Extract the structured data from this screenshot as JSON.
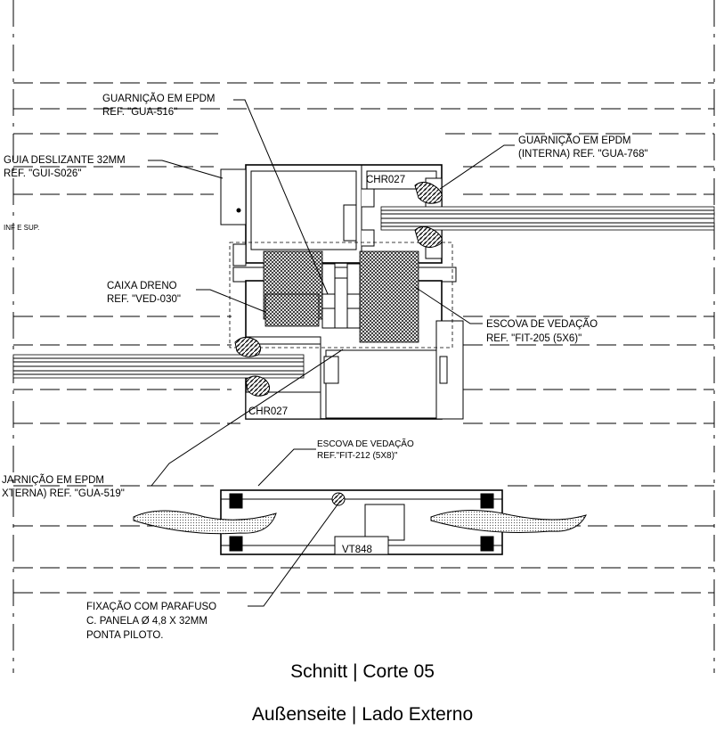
{
  "labels": {
    "guarnicao_epdm": "GUARNIÇÃO EM EPDM",
    "ref_gua516": "REF. \"GUA-516\"",
    "guia_deslizante": "GUIA DESLIZANTE 32MM",
    "ref_gui_s026": "REF. \"GUI-S026\"",
    "inf_e_sup": "INF E SUP.",
    "guarnicao_epdm_interna": "GUARNIÇÃO EM EPDM",
    "interna_ref_gua768": "(INTERNA) REF. \"GUA-768\"",
    "chr027_top": "CHR027",
    "caixa_dreno": "CAIXA DRENO",
    "ref_ved030": "REF. \"VED-030\"",
    "escova_vedacao": "ESCOVA DE VEDAÇÃO",
    "ref_fit205": "REF. \"FIT-205 (5X6)\"",
    "chr027_bottom": "CHR027",
    "escova_vedacao_small": "ESCOVA DE VEDAÇÃO",
    "ref_fit212": "REF.\"FIT-212 (5X8)\"",
    "guarnicao_externa": "JARNIÇÃO EM EPDM",
    "externa_ref_gua519": "XTERNA) REF. \"GUA-519\"",
    "vt848": "VT848",
    "fixacao_parafuso": "FIXAÇÃO COM PARAFUSO",
    "panela": "C. PANELA Ø 4,8 X 32MM",
    "ponta_piloto": "PONTA PILOTO."
  },
  "titles": {
    "section": "Schnitt | Corte 05",
    "side": "Außenseite | Lado Externo"
  }
}
